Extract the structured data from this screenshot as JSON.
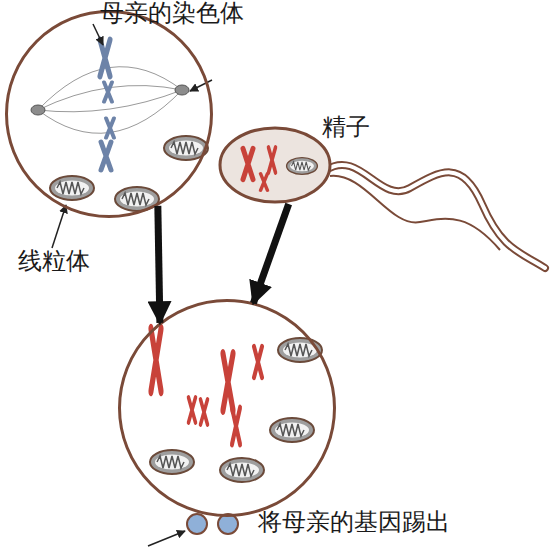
{
  "diagram": {
    "nodes": [
      {
        "text": [
          "母亲的染色体",
          "线粒体"
        ]
      },
      {
        "text": [
          "精子"
        ]
      },
      {
        "text": [
          "将母亲的基因踢出"
        ]
      }
    ],
    "edges": [
      {
        "from": 0,
        "to": 2,
        "arrow": "to"
      },
      {
        "from": 1,
        "to": 2,
        "arrow": "to"
      }
    ]
  }
}
